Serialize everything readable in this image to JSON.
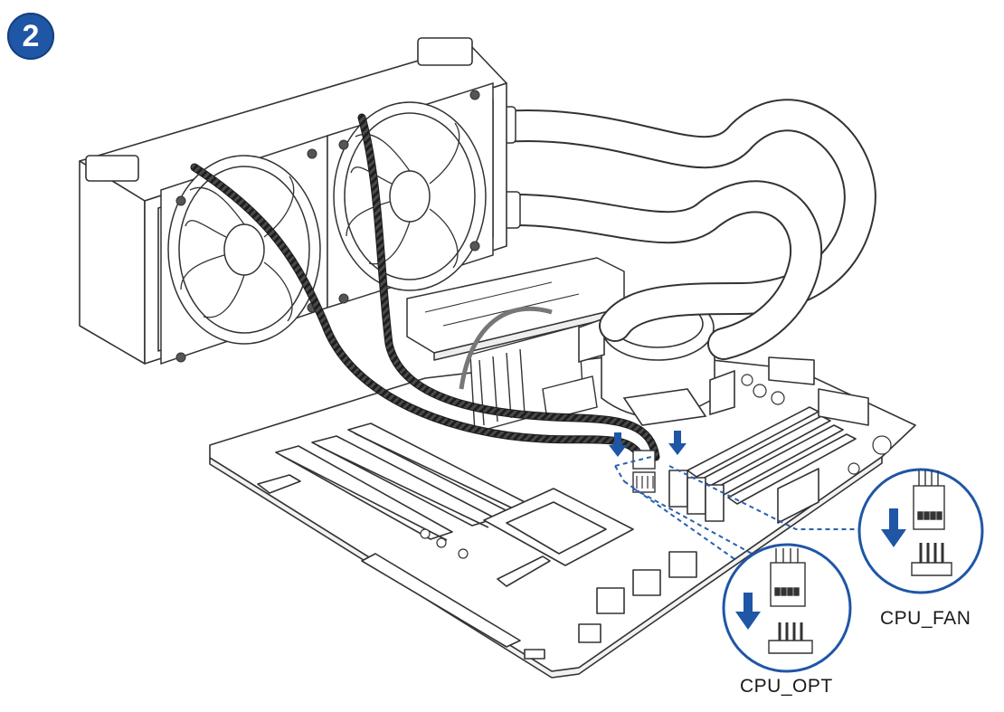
{
  "step": {
    "number": "2"
  },
  "callouts": {
    "cpu_fan": {
      "label": "CPU_FAN"
    },
    "cpu_opt": {
      "label": "CPU_OPT"
    }
  },
  "colors": {
    "badge": "#1f56a6",
    "arrow": "#1f56a6",
    "dashed_leader": "#2a5fae",
    "line_art": "#333333",
    "cable": "#2b2b2b"
  },
  "icons": [
    "down-arrow-icon",
    "fan-icon",
    "header-connector-icon",
    "cable-connector-icon"
  ]
}
